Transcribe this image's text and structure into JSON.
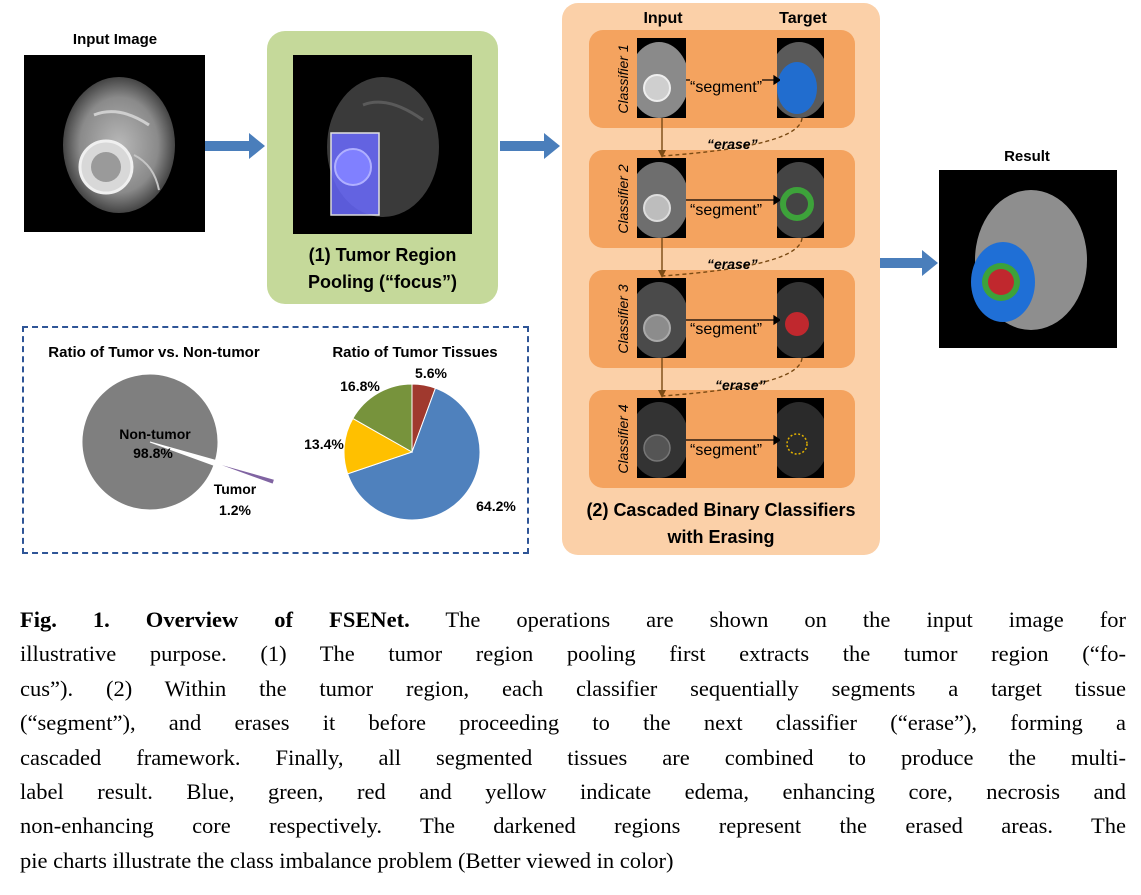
{
  "figure": {
    "input_image_label": "Input Image",
    "result_label": "Result",
    "focus_box_label_line1": "(1) Tumor Region",
    "focus_box_label_line2": "Pooling (“focus”)",
    "cascade_label_line1": "(2) Cascaded Binary Classifiers",
    "cascade_label_line2": "with Erasing",
    "col_input": "Input",
    "col_target": "Target",
    "classifiers": [
      {
        "name": "Classifier 1",
        "action": "“segment”",
        "target_color": "#1f6fd6"
      },
      {
        "name": "Classifier 2",
        "action": "“segment”",
        "target_color": "#3da23a"
      },
      {
        "name": "Classifier 3",
        "action": "“segment”",
        "target_color": "#c0282e"
      },
      {
        "name": "Classifier 4",
        "action": "“segment”",
        "target_color": "#e0b000"
      }
    ],
    "erase_label": "“erase”",
    "colors": {
      "green_box": "#c5d99a",
      "orange_panel": "#fbd0a8",
      "orange_row": "#f4a35f",
      "arrow": "#4a7ebb",
      "dashed_border": "#2f5597"
    }
  },
  "chart_data": [
    {
      "type": "pie",
      "title": "Ratio of Tumor vs. Non-tumor",
      "slices": [
        {
          "label": "Non-tumor",
          "value": 98.8,
          "display": "98.8%",
          "color": "#7f7f7f"
        },
        {
          "label": "Tumor",
          "value": 1.2,
          "display": "1.2%",
          "color": "#8064a2"
        }
      ]
    },
    {
      "type": "pie",
      "title": "Ratio of Tumor Tissues",
      "slices": [
        {
          "label": "",
          "value": 5.6,
          "display": "5.6%",
          "color": "#a0392e"
        },
        {
          "label": "",
          "value": 64.2,
          "display": "64.2%",
          "color": "#4f81bd"
        },
        {
          "label": "",
          "value": 13.4,
          "display": "13.4%",
          "color": "#ffc000"
        },
        {
          "label": "",
          "value": 16.8,
          "display": "16.8%",
          "color": "#77933c"
        }
      ]
    }
  ],
  "caption": {
    "lines": [
      [
        "Fig. 1. Overview of FSENet.",
        " The operations are shown on the input image for"
      ],
      [
        "",
        "illustrative purpose. (1) The tumor region pooling first extracts the tumor region (“fo-"
      ],
      [
        "",
        "cus”). (2) Within the tumor region, each classifier sequentially segments a target tissue"
      ],
      [
        "",
        "(“segment”), and erases it before proceeding to the next classifier (“erase”), forming a"
      ],
      [
        "",
        "cascaded framework. Finally, all segmented tissues are combined to produce the multi-"
      ],
      [
        "",
        "label result. Blue, green, red and yellow indicate edema, enhancing core, necrosis and"
      ],
      [
        "",
        "non-enhancing core respectively. The darkened regions represent the erased areas. The"
      ],
      [
        "",
        "pie charts illustrate the class imbalance problem (Better viewed in color)"
      ]
    ]
  }
}
